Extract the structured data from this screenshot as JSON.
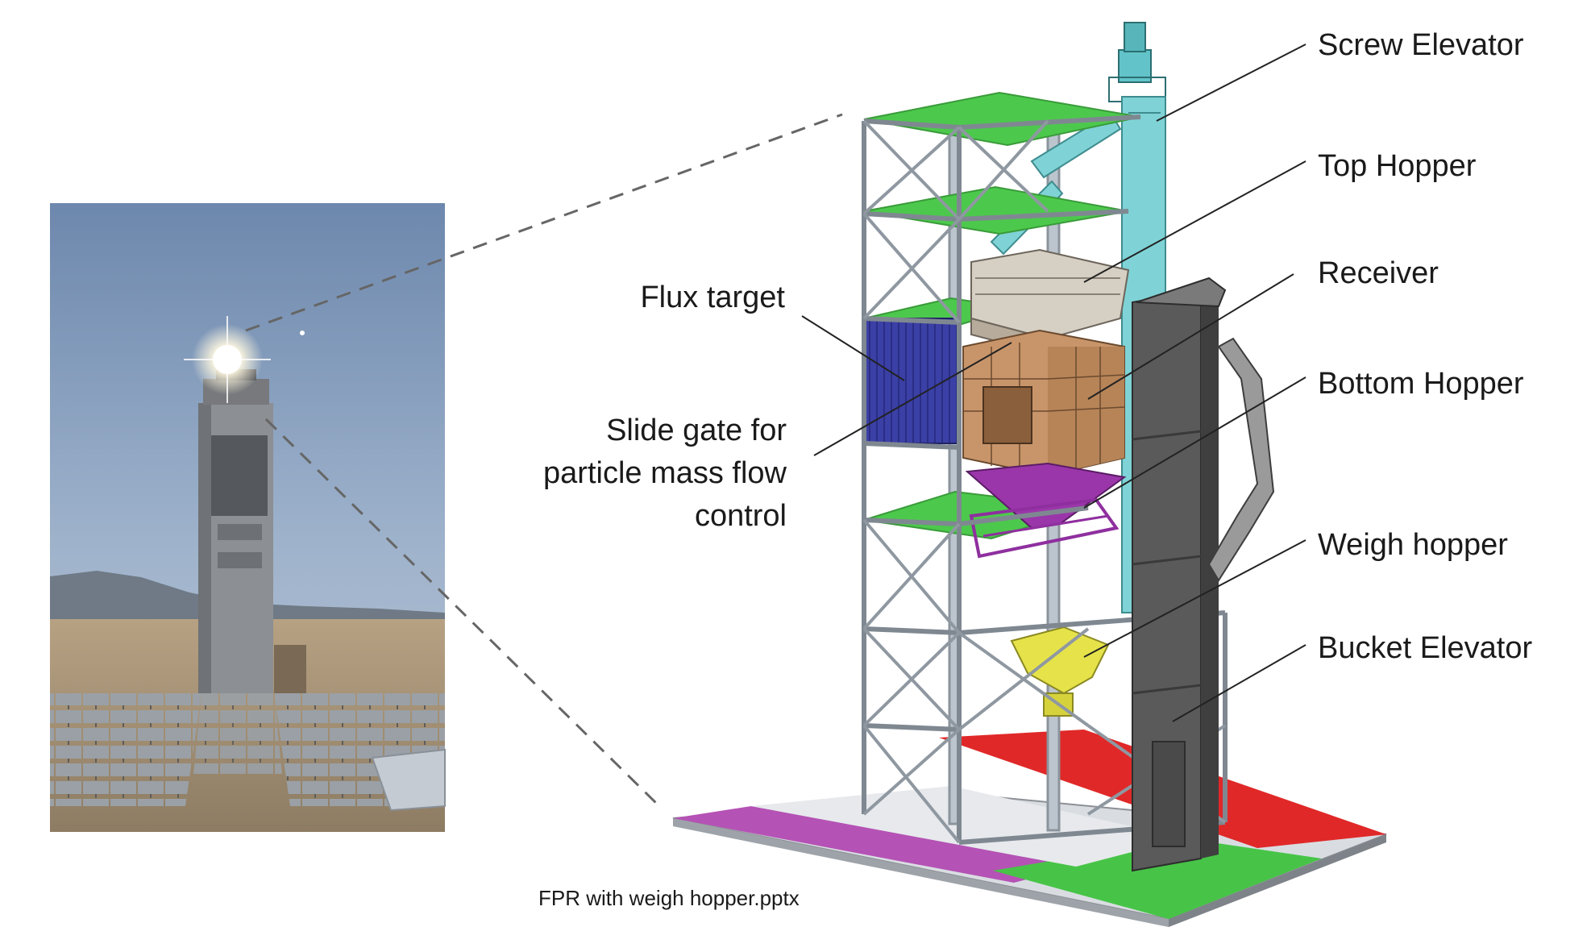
{
  "labels": {
    "screw_elevator": "Screw Elevator",
    "top_hopper": "Top Hopper",
    "receiver": "Receiver",
    "bottom_hopper": "Bottom Hopper",
    "weigh_hopper": "Weigh hopper",
    "bucket_elevator": "Bucket Elevator",
    "flux_target": "Flux target",
    "slide_gate_line1": "Slide gate for",
    "slide_gate_line2": "particle mass flow",
    "slide_gate_line3": "control"
  },
  "caption": "FPR with weigh hopper.pptx",
  "colors": {
    "platform_green": "#4cc94c",
    "floor_magenta": "#b84fb8",
    "floor_red": "#e22b2b",
    "frame_steel": "#b9c2cc",
    "screw_elevator_teal": "#7fd3d6",
    "receiver_tan": "#c8956a",
    "flux_target_blue": "#3a3fa8",
    "bottom_hopper_purple": "#8f2f9f",
    "weigh_hopper_yellow": "#e6e34a",
    "bucket_elevator_gray": "#5a5a5a",
    "sky_blue": "#7f97b8"
  }
}
